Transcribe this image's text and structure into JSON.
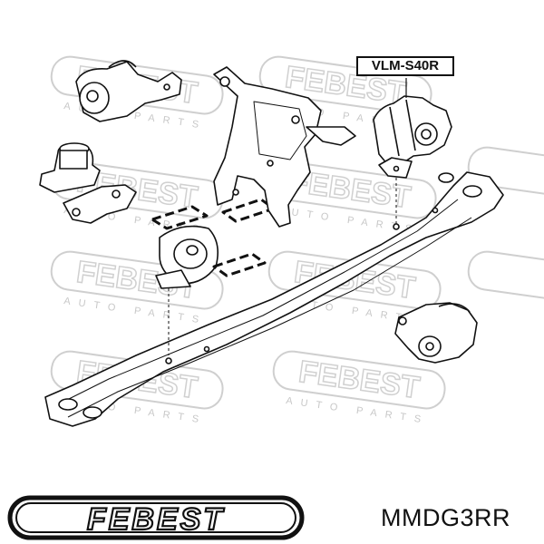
{
  "callout": {
    "label": "VLM-S40R"
  },
  "brand": {
    "logo_text": "FEBEST"
  },
  "part_number": "MMDG3RR",
  "watermark": {
    "text": "FEBEST",
    "subtext": "AUTO PARTS"
  },
  "colors": {
    "ink": "#111111",
    "watermark": "#d8d8d8",
    "background": "#ffffff"
  }
}
